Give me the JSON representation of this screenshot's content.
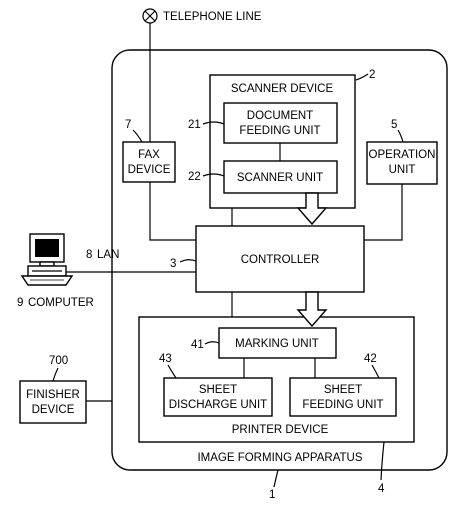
{
  "telephone_line": "TELEPHONE LINE",
  "image_forming_apparatus": "IMAGE FORMING APPARATUS",
  "scanner_device": "SCANNER DEVICE",
  "document_feeding_unit_line1": "DOCUMENT",
  "document_feeding_unit_line2": "FEEDING UNIT",
  "scanner_unit": "SCANNER UNIT",
  "fax_device_line1": "FAX",
  "fax_device_line2": "DEVICE",
  "operation_unit_line1": "OPERATION",
  "operation_unit_line2": "UNIT",
  "controller": "CONTROLLER",
  "lan": "LAN",
  "computer": "COMPUTER",
  "printer_device": "PRINTER DEVICE",
  "marking_unit": "MARKING UNIT",
  "sheet_discharge_unit_line1": "SHEET",
  "sheet_discharge_unit_line2": "DISCHARGE UNIT",
  "sheet_feeding_unit_line1": "SHEET",
  "sheet_feeding_unit_line2": "FEEDING UNIT",
  "finisher_device_line1": "FINISHER",
  "finisher_device_line2": "DEVICE",
  "ref": {
    "apparatus": "1",
    "scanner_device": "2",
    "controller": "3",
    "printer_device": "4",
    "operation_unit": "5",
    "fax_device": "7",
    "lan": "8",
    "computer": "9",
    "document_feeding_unit": "21",
    "scanner_unit": "22",
    "marking_unit": "41",
    "sheet_feeding_unit": "42",
    "sheet_discharge_unit": "43",
    "finisher_device": "700"
  }
}
